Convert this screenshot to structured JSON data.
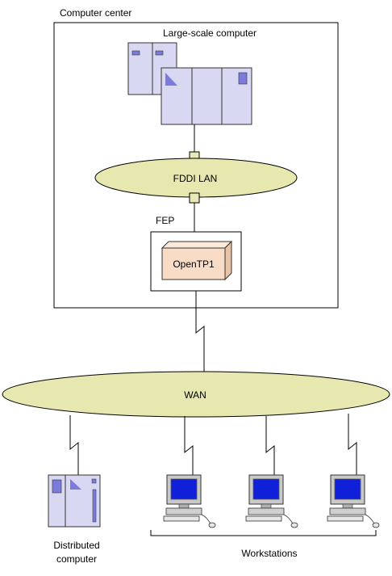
{
  "labels": {
    "computer_center": "Computer center",
    "large_scale_computer": "Large-scale computer",
    "fddi_lan": "FDDI LAN",
    "fep": "FEP",
    "opentp1": "OpenTP1",
    "wan": "WAN",
    "distributed_line1": "Distributed",
    "distributed_line2": "computer",
    "workstations": "Workstations"
  },
  "colors": {
    "ellipse_fill": "#e6e8b0",
    "computer_fill": "#d8d8f2",
    "computer_accent": "#7b7bdc",
    "opentp1_fill": "#f8dcc6",
    "monitor_screen": "#1020d8",
    "connector_fill": "#e8e8b8",
    "line": "#000000"
  },
  "icons": [
    "mainframe-icon",
    "server-icon",
    "workstation-icon",
    "opentp1-box-icon"
  ]
}
